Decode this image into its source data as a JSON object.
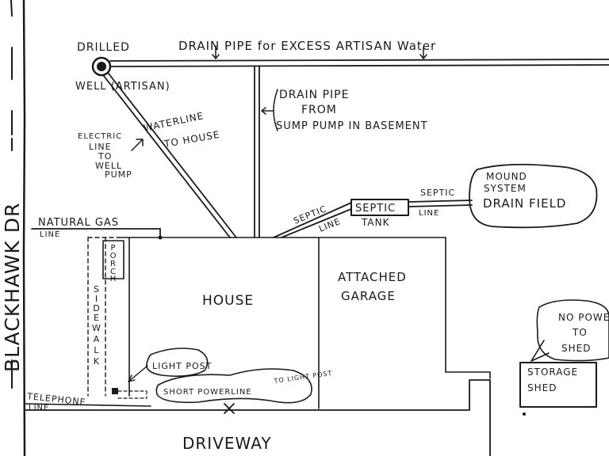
{
  "labels": {
    "drilled": "DRILLED",
    "well": "WELL (ARTISAN)",
    "drain_pipe_excess": "DRAIN PIPE for EXCESS ARTISAN Water",
    "drain_pipe_sump_1": "DRAIN PIPE",
    "drain_pipe_sump_2": "FROM",
    "drain_pipe_sump_3": "SUMP PUMP IN BASEMENT",
    "waterline_1": "WATERLINE",
    "waterline_2": "TO HOUSE",
    "electric_1": "ELECTRIC",
    "electric_2": "LINE",
    "electric_3": "TO",
    "electric_4": "WELL",
    "electric_5": "PUMP",
    "septic_tank_1": "SEPTIC",
    "septic_tank_2": "TANK",
    "septic_line_left_1": "SEPTIC",
    "septic_line_left_2": "LINE",
    "septic_line_right_1": "SEPTIC",
    "septic_line_right_2": "LINE",
    "mound_1": "MOUND",
    "mound_2": "SYSTEM",
    "mound_3": "DRAIN FIELD",
    "natural_gas_1": "NATURAL GAS",
    "natural_gas_2": "LINE",
    "street": "BLACKHAWK DR",
    "porch": [
      "P",
      "O",
      "R",
      "C",
      "H"
    ],
    "sidewalk": [
      "S",
      "I",
      "D",
      "E",
      "W",
      "A",
      "L",
      "K"
    ],
    "house": "HOUSE",
    "garage_1": "ATTACHED",
    "garage_2": "GARAGE",
    "light_post": "LIGHT POST",
    "short_power_1": "SHORT POWERLINE",
    "short_power_2": "TO LIGHT POST",
    "telephone_1": "TELEPHONE",
    "telephone_2": "LINE",
    "no_power_1": "NO POWER",
    "no_power_2": "TO",
    "no_power_3": "SHED",
    "storage_1": "STORAGE",
    "storage_2": "SHED",
    "driveway": "DRIVEWAY"
  }
}
